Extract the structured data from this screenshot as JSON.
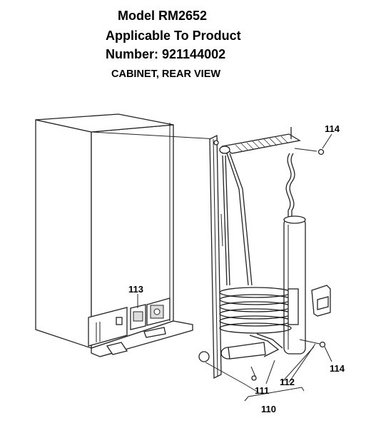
{
  "header": {
    "model": "Model RM2652",
    "applicable": "Applicable To Product",
    "number": "Number: 921144002",
    "view": "CABINET,  REAR VIEW"
  },
  "callouts": {
    "vent_label": "113",
    "screw_top": "114",
    "screw_bottom": "114",
    "part_111": "111",
    "part_112": "112",
    "assembly_110": "110"
  }
}
